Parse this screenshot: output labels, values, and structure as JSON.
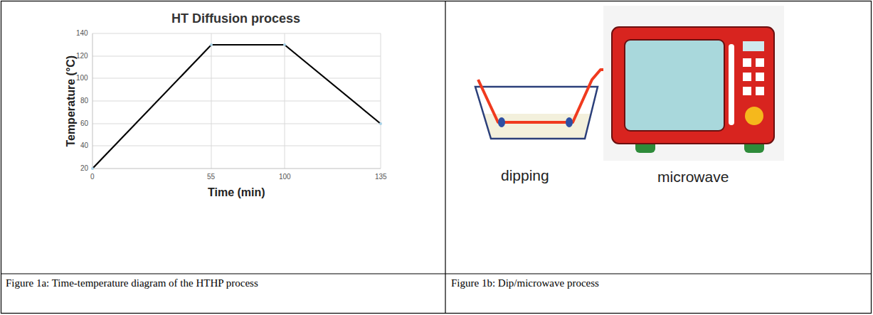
{
  "diagram": {
    "labels": [
      "HT Diffusion process",
      "140",
      "120",
      "100",
      "80",
      "60",
      "40",
      "20",
      "0",
      "55",
      "100",
      "135",
      "Time (min)",
      "Temperature (°C)",
      "dipping",
      "microwave",
      "Figure 1a: Time-temperature diagram of the HTHP process",
      "Figure 1b: Dip/microwave process"
    ]
  }
}
